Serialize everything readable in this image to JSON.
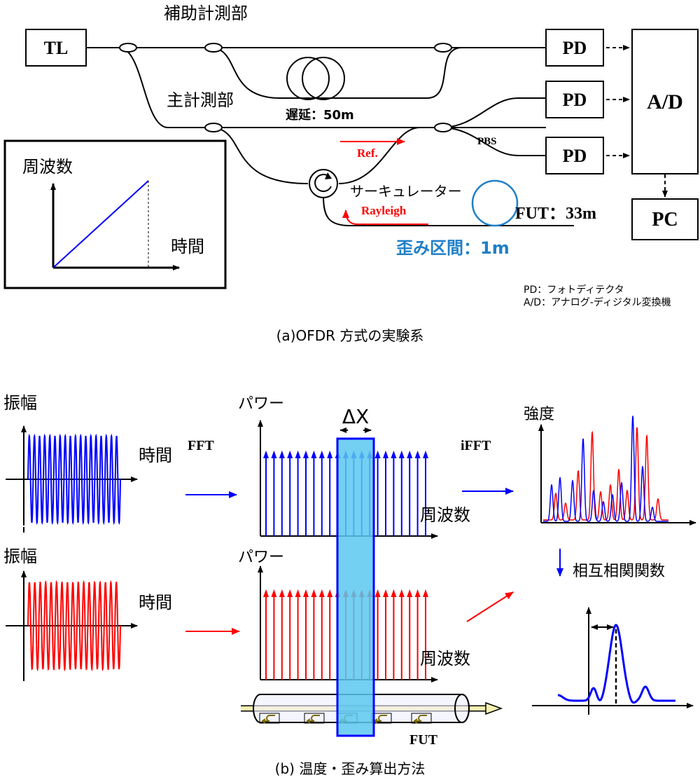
{
  "part_a": {
    "caption": "(a)OFDR 方式の実験系",
    "aux_label": "補助計測部",
    "main_label": "主計測部",
    "tl": "TL",
    "pd1": "PD",
    "pd2": "PD",
    "pd3": "PD",
    "ad": "A/D",
    "pc": "PC",
    "delay": "遅延：50m",
    "ref": "Ref.",
    "pbs": "PBS",
    "circulator": "サーキュレーター",
    "rayleigh": "Rayleigh",
    "fut": "FUT：33m",
    "strain": "歪み区間：1m",
    "inset_y": "周波数",
    "inset_x": "時間",
    "note1": "PD：フォトディテクタ",
    "note2": "A/D：アナログ-ディジタル変換機",
    "colors": {
      "ref": "#ff0000",
      "strain": "#1f7fc8",
      "sweep": "#0000ff"
    }
  },
  "part_b": {
    "caption": "(b) 温度・歪み算出方法",
    "amp1": "振幅",
    "time1": "時間",
    "amp2": "振幅",
    "time2": "時間",
    "fft": "FFT",
    "power1": "パワー",
    "freq1": "周波数",
    "power2": "パワー",
    "freq2": "周波数",
    "dx": "ΔX",
    "ifft": "iFFT",
    "intensity": "強度",
    "xcorr": "相互相関関数",
    "fut": "FUT",
    "colors": {
      "reference": "#0000ff",
      "measured": "#ff0000",
      "window": "#5ac8f0"
    }
  }
}
